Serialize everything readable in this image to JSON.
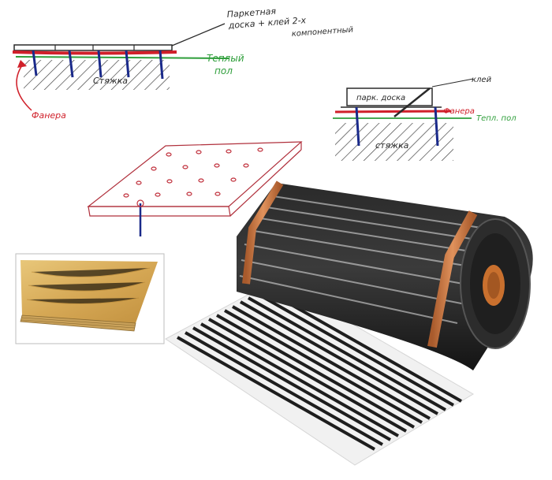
{
  "sketch_top": {
    "parquet_label_line1": "Паркетная",
    "parquet_label_line2": "доска + клей 2-х",
    "parquet_label_line3": "компонентный",
    "warm_floor_line1": "Теплый",
    "warm_floor_line2": "пол",
    "screed_label": "Стяжка",
    "plywood_label": "Фанера"
  },
  "sketch_right": {
    "board_label": "парк. доска",
    "glue_label": "клей",
    "plywood_label": "Фанера",
    "warm_floor_label": "Тепл. пол",
    "screed_label": "стяжка"
  },
  "colors": {
    "ink": "#2a2a2a",
    "red_ink": "#d0202a",
    "green_ink": "#2e9e3a",
    "blue_ink": "#1a2a8a",
    "copper": "#c8794a",
    "film_dark": "#1e1e1e",
    "plywood": "#d9b25e"
  },
  "icons": {
    "plywood_photo": "plywood-sheet-photo",
    "film_roll": "infrared-heating-film-roll"
  }
}
